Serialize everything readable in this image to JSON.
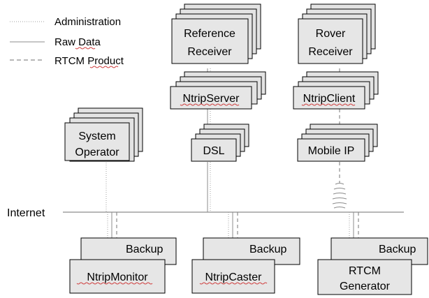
{
  "legend": {
    "administration": "Administration",
    "raw_data": "Raw Data",
    "rtcm_product": "RTCM Product"
  },
  "nodes": {
    "reference_receiver": {
      "line1": "Reference",
      "line2": "Receiver"
    },
    "rover_receiver": {
      "line1": "Rover",
      "line2": "Receiver"
    },
    "ntrip_server": "NtripServer",
    "ntrip_client": "NtripClient",
    "system_operator": {
      "line1": "System",
      "line2": "Operator"
    },
    "dsl": "DSL",
    "mobile_ip": "Mobile IP",
    "internet": "Internet",
    "ntrip_monitor": "NtripMonitor",
    "ntrip_caster": "NtripCaster",
    "rtcm_generator": {
      "line1": "RTCM",
      "line2": "Generator"
    },
    "backup_label": "Backup"
  },
  "colors": {
    "box_fill": "#e6e6e6",
    "administration_line": "#a0a0a0",
    "raw_data_line": "#8c8c8c",
    "rtcm_product_line": "#8c8c8c"
  }
}
